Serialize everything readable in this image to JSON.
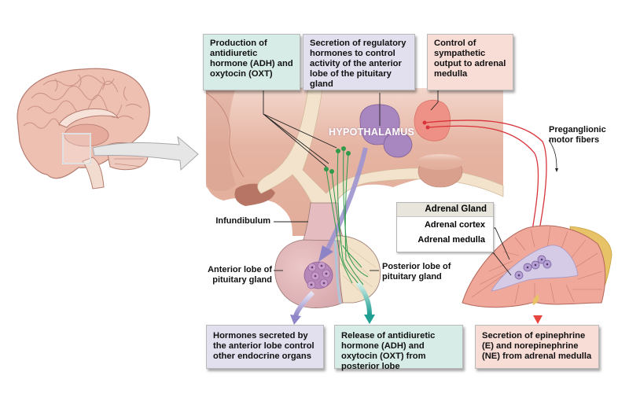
{
  "diagram": {
    "title": "Hypothalamus and its endocrine control pathways",
    "top_boxes": [
      {
        "id": "production",
        "text": "Production of antidiuretic hormone (ADH) and oxytocin (OXT)",
        "color": "#d7ece6"
      },
      {
        "id": "secretion",
        "text_prefix": "Secretion of ",
        "text_bold": "regulatory hormones",
        "text_suffix": " to control activity of the anterior lobe of the pituitary gland",
        "color": "#e2dfee"
      },
      {
        "id": "control",
        "text": "Control of sympathetic output to adrenal medulla",
        "color": "#f8dcd6"
      }
    ],
    "bottom_boxes": [
      {
        "id": "anterior-output",
        "text": "Hormones secreted by the anterior lobe control other endocrine organs",
        "color": "#e2dfee"
      },
      {
        "id": "posterior-output",
        "text": "Release of antidiuretic hormone (ADH) and oxytocin (OXT) from posterior lobe",
        "color": "#d7ece6"
      },
      {
        "id": "adrenal-output",
        "text": "Secretion of epinephrine (E) and norepinephrine (NE) from adrenal medulla",
        "color": "#f8dcd6"
      }
    ],
    "labels": {
      "hypothalamus": "HYPOTHALAMUS",
      "preganglionic": "Preganglionic motor fibers",
      "infundibulum": "Infundibulum",
      "anterior_lobe": "Anterior lobe of pituitary gland",
      "posterior_lobe": "Posterior lobe of pituitary gland"
    },
    "adrenal_key": {
      "header": "Adrenal Gland",
      "items": [
        "Adrenal cortex",
        "Adrenal medulla"
      ]
    },
    "colors": {
      "tissue": "#e7b9a8",
      "tissue_dark": "#cf8f7d",
      "bone": "#f3e3cc",
      "purple_nucleus": "#a886bf",
      "red_nucleus": "#ef8c82",
      "nerve_green": "#2f9a4a",
      "fiber_red": "#d8333a",
      "arrow_lilac": "#9d93cf",
      "arrow_teal": "#2ea79a"
    }
  }
}
